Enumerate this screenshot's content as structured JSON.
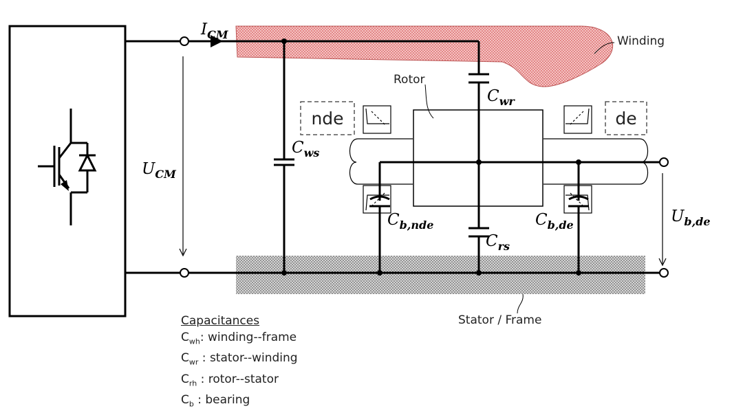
{
  "labels": {
    "i_cm": {
      "main": "I",
      "sub": "CM"
    },
    "u_cm": {
      "main": "U",
      "sub": "CM"
    },
    "c_ws": {
      "main": "C",
      "sub": "ws"
    },
    "c_wr": {
      "main": "C",
      "sub": "wr"
    },
    "c_rs": {
      "main": "C",
      "sub": "rs"
    },
    "c_b_nde": {
      "main": "C",
      "sub": "b,nde"
    },
    "c_b_de": {
      "main": "C",
      "sub": "b,de"
    },
    "u_b_de": {
      "main": "U",
      "sub": "b,de"
    },
    "winding": "Winding",
    "rotor": "Rotor",
    "nde": "nde",
    "de": "de",
    "stator_frame": "Stator / Frame"
  },
  "legend": {
    "title": "Capacitances",
    "items": [
      {
        "symbol": "C",
        "sub": "wh",
        "text": ": winding--frame"
      },
      {
        "symbol": "C",
        "sub": "wr",
        "text": " : stator--winding"
      },
      {
        "symbol": "C",
        "sub": "rh",
        "text": " : rotor--stator"
      },
      {
        "symbol": "C",
        "sub": "b",
        "text": "  : bearing"
      }
    ]
  },
  "colors": {
    "winding_fill": "#f2b8b8",
    "winding_dots": "#d94a4a",
    "frame_fill": "#c9c9c9",
    "frame_dots": "#555555",
    "line": "#000000"
  }
}
